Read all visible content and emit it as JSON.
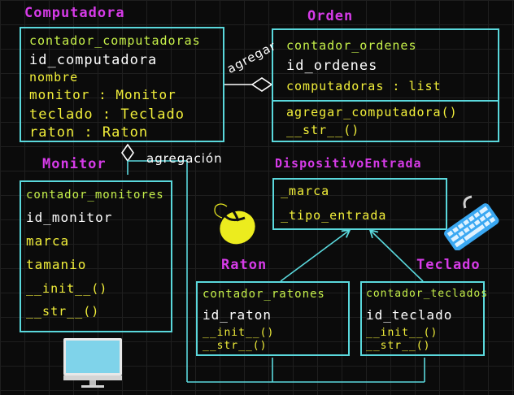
{
  "classes": {
    "computadora": {
      "title": "Computadora",
      "attributes": [
        "contador_computadoras",
        "id_computadora",
        "nombre",
        "monitor : Monitor",
        "teclado : Teclado",
        "raton : Raton"
      ]
    },
    "orden": {
      "title": "Orden",
      "attributes": [
        "contador_ordenes",
        "id_ordenes",
        "computadoras : list"
      ],
      "methods": [
        "agregar_computadora()",
        "__str__()"
      ]
    },
    "monitor": {
      "title": "Monitor",
      "attributes": [
        "contador_monitores",
        "id_monitor",
        "marca",
        "tamanio"
      ],
      "methods": [
        "__init__()",
        "__str__()"
      ]
    },
    "dispositivo_entrada": {
      "title": "DispositivoEntrada",
      "attributes": [
        "_marca",
        "_tipo_entrada"
      ]
    },
    "raton": {
      "title": "Raton",
      "attributes": [
        "contador_ratones",
        "id_raton"
      ],
      "methods": [
        "__init__()",
        "__str__()"
      ]
    },
    "teclado": {
      "title": "Teclado",
      "attributes": [
        "contador_teclados",
        "id_teclado"
      ],
      "methods": [
        "__init__()",
        "__str__()"
      ]
    }
  },
  "relations": {
    "agregar_label": "agregar",
    "agregacion_label": "agregación"
  },
  "icons": [
    "mouse-icon",
    "keyboard-icon",
    "monitor-icon"
  ],
  "colors": {
    "background": "#0b0b0b",
    "title": "#d63be8",
    "box_border": "#5ad8dc",
    "attribute_text": "#c6f04a",
    "member_text": "#f2ef3a",
    "relation_text": "#ffffff"
  }
}
